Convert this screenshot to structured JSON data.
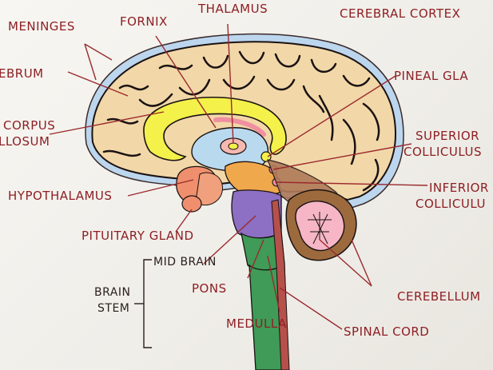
{
  "labels": {
    "meninges": "MENINGES",
    "fornix": "FORNIX",
    "thalamus": "THALAMUS",
    "cerebral_cortex": "CEREBRAL CORTEX",
    "cerebrum": "EBRUM",
    "pineal_gland": "PINEAL GLA",
    "corpus_1": "CORPUS",
    "corpus_2": "LLOSUM",
    "superior_1": "SUPERIOR",
    "superior_2": "COLLICULUS",
    "inferior_1": "INFERIOR",
    "inferior_2": "COLLICULU",
    "hypothalamus": "HYPOTHALAMUS",
    "pituitary": "PITUITARY GLAND",
    "mid_brain": "MID BRAIN",
    "brain_1": "BRAIN",
    "brain_2": "STEM",
    "pons": "PONS",
    "cerebellum": "CEREBELLUM",
    "medulla": "MEDULLA",
    "spinal_cord": "SPINAL CORD"
  },
  "colors": {
    "label": "#8e1f24",
    "cortex": "#f2d7a8",
    "meninges": "#bcd6ee",
    "corpus": "#f3f14a",
    "thalamus": "#b9d9ef",
    "hypothalamus": "#f08f6e",
    "midbrain": "#f0a84c",
    "pons": "#8d6fc3",
    "medulla": "#3f9b57",
    "spinal": "#b7504b",
    "cerebellum": "#9c6a3d",
    "arbor": "#f6b6c6"
  }
}
